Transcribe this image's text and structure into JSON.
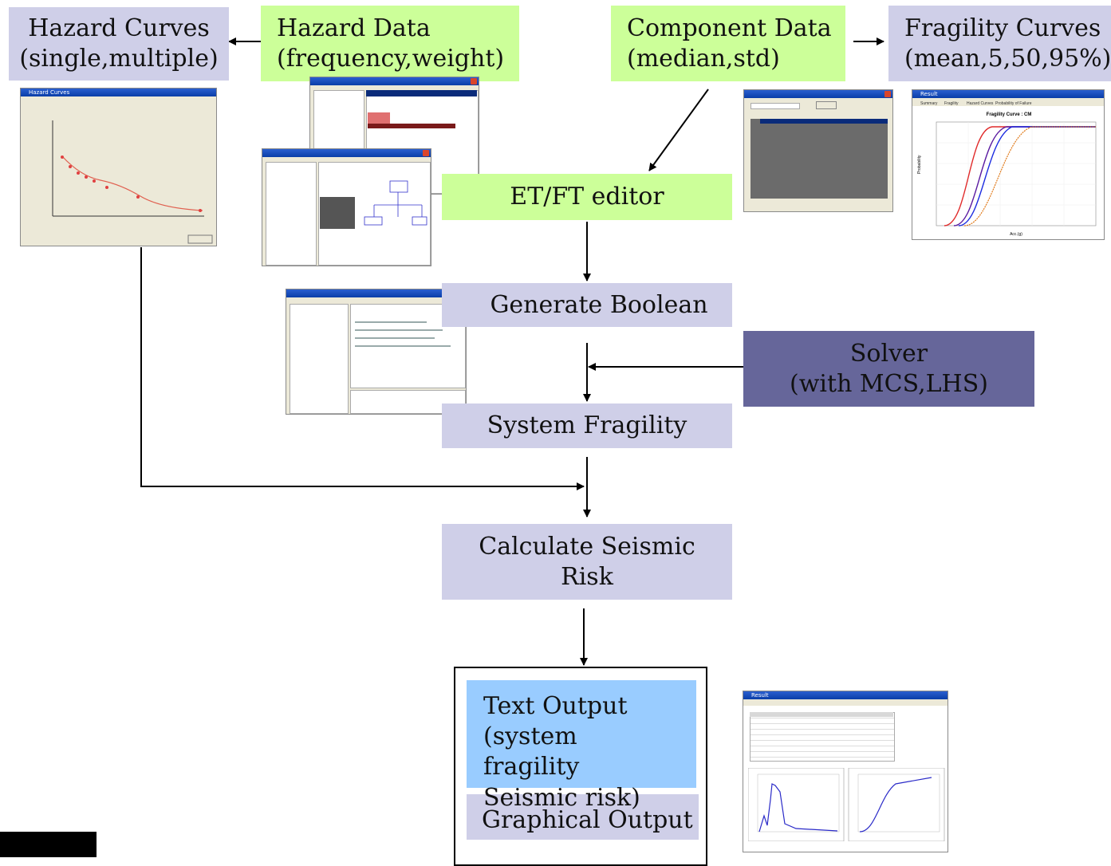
{
  "nodes": {
    "hazard_curves": "Hazard Curves\n(single,multiple)",
    "hazard_data": "Hazard Data\n(frequency,weight)",
    "component_data": "Component Data\n(median,std)",
    "fragility_curves": "Fragility Curves\n(mean,5,50,95%)",
    "etft_editor": "ET/FT editor",
    "generate_boolean": "Generate Boolean",
    "solver": "Solver\n(with MCS,LHS)",
    "system_fragility": "System Fragility",
    "calculate_risk": "Calculate Seismic\nRisk",
    "text_output": "Text Output\n(system\nfragility",
    "seismic_risk": "Seismic risk)",
    "graphical_output": "Graphical Output"
  },
  "screenshots": {
    "hazard_window_title": "Hazard Curves",
    "fragility_window_title": "Result",
    "fragility_tabs": [
      "Summary",
      "Fragility",
      "Hazard Curves",
      "Probability of Failure"
    ],
    "fragility_chart_title": "Fragility Curve : CM",
    "fragility_ylabel": "Probability",
    "fragility_xlabel": "Acc.(g)",
    "output_window_title": "Result"
  },
  "colors": {
    "lavender": "#cfcfe8",
    "green": "#ccff99",
    "blue": "#99ccff",
    "solver": "#66669a"
  }
}
